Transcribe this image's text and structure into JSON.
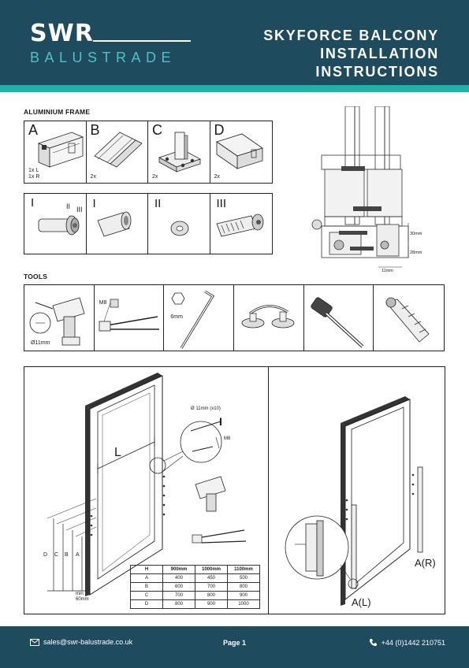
{
  "header": {
    "logo_top": "SWR",
    "logo_bottom": "BALUSTRADE",
    "title_lines": [
      "SKYFORCE BALCONY",
      "INSTALLATION",
      "INSTRUCTIONS"
    ]
  },
  "sections": {
    "frame": "ALUMINIUM FRAME",
    "tools": "TOOLS"
  },
  "frame_parts": [
    {
      "letter": "A",
      "qty": [
        "1x L",
        "1x R"
      ]
    },
    {
      "letter": "B",
      "qty": [
        "2x"
      ]
    },
    {
      "letter": "C",
      "qty": [
        "2x"
      ]
    },
    {
      "letter": "D",
      "qty": [
        "2x"
      ]
    }
  ],
  "fixings": [
    {
      "labels": [
        "I",
        "II",
        "III"
      ]
    },
    {
      "label": "I"
    },
    {
      "label": "II"
    },
    {
      "label": "III"
    }
  ],
  "profile_dims": {
    "d1": "30mm",
    "d2": "28mm",
    "d3": "11mm"
  },
  "tools": {
    "drill_bit": "Ø11mm",
    "rivet": "M8",
    "hex_key": "6mm"
  },
  "diagram": {
    "dim_L": "L",
    "dim_labels": [
      "D",
      "C",
      "B",
      "A"
    ],
    "min_label": [
      "min",
      "60mm"
    ],
    "hole_label": "Ø 11mm (x10)",
    "hole_roman": "I",
    "hole_m8": "M8",
    "left_marker": "A(L)",
    "right_marker": "A(R)",
    "table": {
      "headers": [
        "H",
        "900mm",
        "1000mm",
        "1100mm"
      ],
      "rows": [
        [
          "A",
          "400",
          "450",
          "500"
        ],
        [
          "B",
          "600",
          "700",
          "800"
        ],
        [
          "C",
          "700",
          "800",
          "900"
        ],
        [
          "D",
          "800",
          "900",
          "1000"
        ]
      ]
    }
  },
  "footer": {
    "email": "sales@swr-balustrade.co.uk",
    "page": "Page 1",
    "phone": "+44 (0)1442 210751"
  },
  "colors": {
    "brand_dark": "#1f4b5e",
    "brand_teal": "#1eb5a8"
  }
}
